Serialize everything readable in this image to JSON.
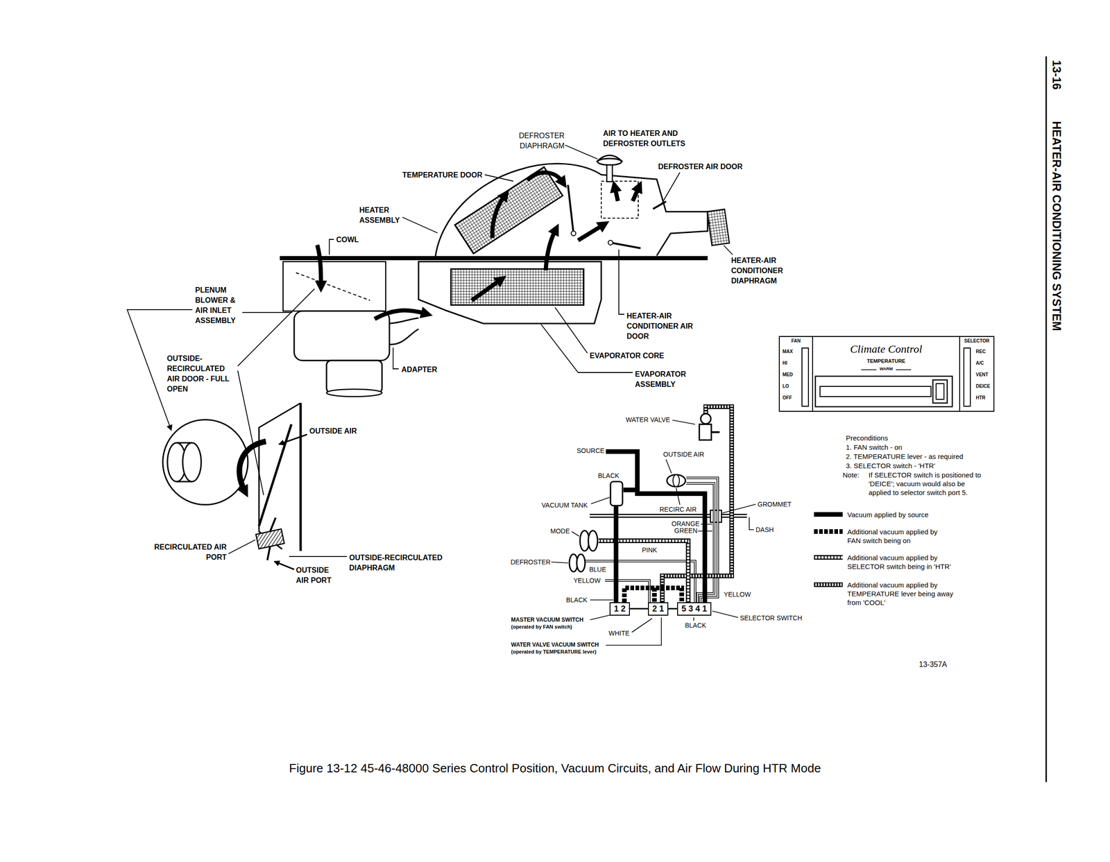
{
  "diagram": {
    "caption": "Figure 13-12 45-46-48000 Series Control Position, Vacuum Circuits, and Air Flow During HTR Mode",
    "nodes": [
      {
        "text": [
          "Climate Control",
          "TEMPERATURE",
          "WARM"
        ]
      },
      {
        "text": [
          "FAN",
          "MAX",
          "HI",
          "MED",
          "LO",
          "OFF"
        ],
        "in": 0
      },
      {
        "text": [
          "SELECTOR",
          "REC",
          "A/C",
          "VENT",
          "DEICE",
          "HTR"
        ],
        "in": 0
      },
      {
        "text": [
          "1 2"
        ]
      },
      {
        "text": [
          "2 1"
        ]
      },
      {
        "text": [
          "5 3 4 1"
        ]
      }
    ],
    "edges": [
      {
        "from": 3,
        "to": 4,
        "arrow": "none"
      },
      {
        "from": 4,
        "to": 5,
        "arrow": "none"
      }
    ],
    "labels": [
      "13-16",
      "HEATER-AIR CONDITIONING SYSTEM",
      "DEFROSTER DIAPHRAGM",
      "AIR TO HEATER AND DEFROSTER OUTLETS",
      "DEFROSTER AIR DOOR",
      "TEMPERATURE DOOR",
      "HEATER ASSEMBLY",
      "COWL",
      "PLENUM BLOWER & AIR INLET ASSEMBLY",
      "OUTSIDE-RECIRCULATED AIR DOOR - FULL OPEN",
      "ADAPTER",
      "HEATER-AIR CONDITIONER DIAPHRAGM",
      "HEATER-AIR CONDITIONER AIR DOOR",
      "EVAPORATOR CORE",
      "EVAPORATOR ASSEMBLY",
      "OUTSIDE AIR",
      "RECIRCULATED AIR PORT",
      "OUTSIDE AIR PORT",
      "OUTSIDE-RECIRCULATED DIAPHRAGM",
      "WATER VALVE",
      "SOURCE",
      "OUTSIDE AIR",
      "BLACK",
      "VACUUM TANK",
      "RECIRC AIR",
      "GROMMET",
      "ORANGE",
      "GREEN",
      "DASH",
      "MODE",
      "PINK",
      "DEFROSTER",
      "BLUE",
      "YELLOW",
      "BLACK",
      "YELLOW",
      "MASTER VACUUM SWITCH",
      "(operated by FAN switch)",
      "WHITE",
      "WATER VALVE VACUUM SWITCH",
      "(operated by TEMPERATURE lever)",
      "BLACK",
      "SELECTOR SWITCH",
      "Preconditions",
      "1. FAN switch - on",
      "2. TEMPERATURE lever - as required",
      "3. SELECTOR switch - 'HTR'",
      "Note:",
      "If SELECTOR switch is positioned to 'DEICE'; vacuum would also be applied to selector switch port 5.",
      "13-357A"
    ],
    "legend": [
      {
        "text": "Vacuum applied by source"
      },
      {
        "text": "Additional vacuum applied by FAN switch being on"
      },
      {
        "text": "Additional vacuum applied by SELECTOR switch being in 'HTR'"
      },
      {
        "text": "Additional vacuum applied by TEMPERATURE lever being away from 'COOL'"
      }
    ]
  }
}
